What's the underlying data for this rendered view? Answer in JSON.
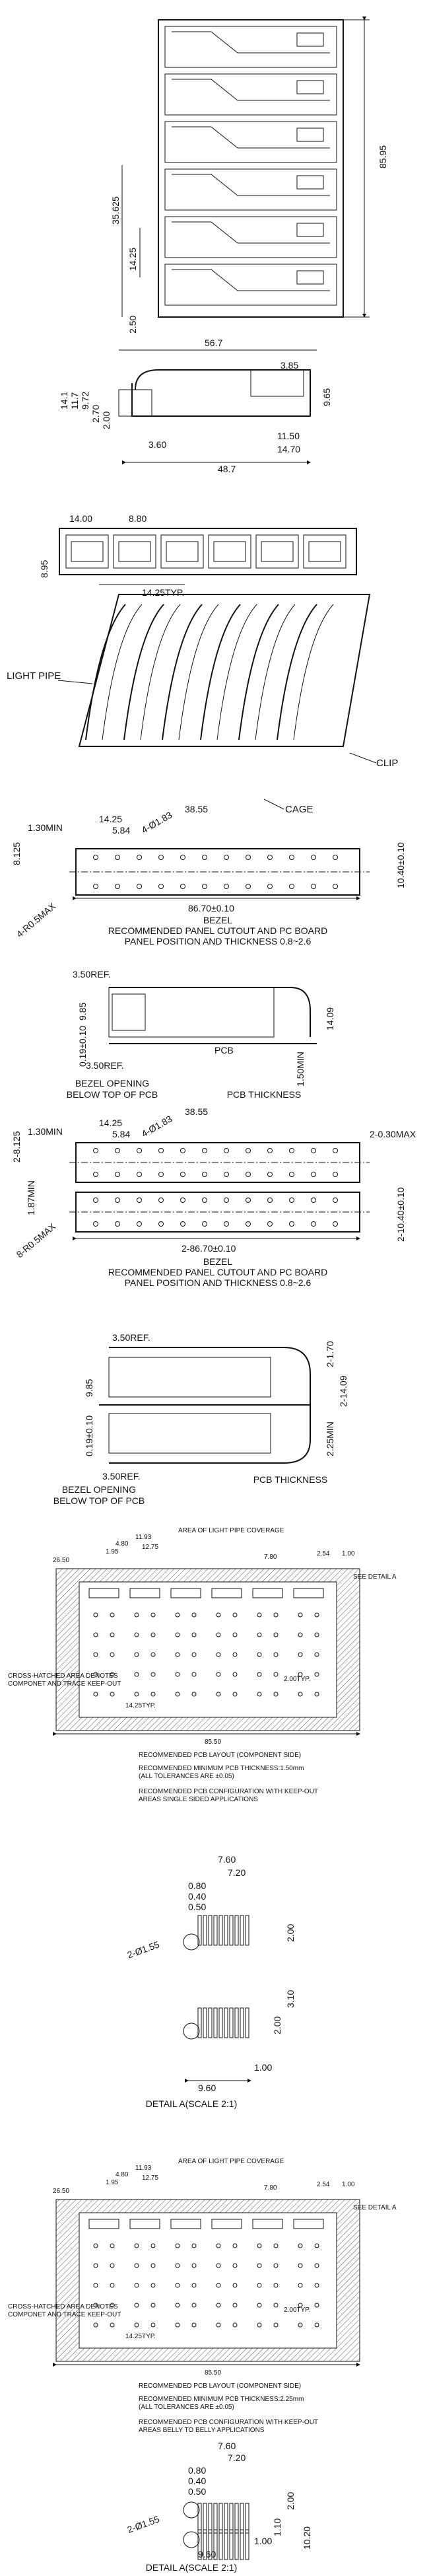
{
  "views": {
    "front": {
      "dims": [
        "85.95",
        "35.625",
        "14.25",
        "2.50"
      ]
    },
    "side": {
      "dims": [
        "56.7",
        "3.85",
        "14.1",
        "11.7",
        "9.72",
        "9.65",
        "2.70",
        "3.60",
        "2.00",
        "11.50",
        "14.70",
        "48.7"
      ]
    },
    "top": {
      "dims": [
        "14.00",
        "8.95",
        "8.80",
        "14.25TYP."
      ]
    },
    "iso": {
      "labels": [
        "LIGHT PIPE",
        "CLIP",
        "CAGE"
      ]
    },
    "bezel1": {
      "dims": [
        "8.125",
        "1.30MIN",
        "14.25",
        "5.84",
        "4-Ø1.83",
        "38.55",
        "4-R0.5MAX",
        "86.70±0.10",
        "10.40±0.10"
      ],
      "caption": [
        "BEZEL",
        "RECOMMENDED PANEL CUTOUT AND PC BOARD",
        "PANEL POSITION AND THICKNESS 0.8~2.6"
      ]
    },
    "section1": {
      "dims": [
        "3.50REF.",
        "9.85",
        "0.19±0.10",
        "3.50REF.",
        "PCB",
        "14.09",
        "1.50MIN"
      ],
      "captions": [
        "BEZEL OPENING",
        "BELOW TOP OF PCB",
        "PCB THICKNESS"
      ]
    },
    "bezel2": {
      "dims": [
        "2-8.125",
        "1.30MIN",
        "14.25",
        "5.84",
        "38.55",
        "4-Ø1.83",
        "1.87MIN",
        "8-R0.5MAX",
        "2-0.30MAX",
        "2-86.70±0.10",
        "2-10.40±0.10"
      ],
      "caption": [
        "BEZEL",
        "RECOMMENDED PANEL CUTOUT AND PC BOARD",
        "PANEL POSITION AND THICKNESS 0.8~2.6"
      ]
    },
    "section2": {
      "dims": [
        "3.50REF.",
        "2-1.70",
        "2-14.09",
        "9.85",
        "0.19±0.10",
        "3.50REF.",
        "2.25MIN"
      ],
      "captions": [
        "BEZEL OPENING",
        "BELOW TOP OF PCB",
        "PCB THICKNESS"
      ]
    },
    "pcb1": {
      "dims": [
        "11.93",
        "12.75",
        "26.50",
        "4.80",
        "1.95",
        "7.80",
        "2.54",
        "1.00",
        "14.25TYP.",
        "2.00TYP.",
        "85.50"
      ],
      "labels": [
        "AREA OF LIGHT PIPE COVERAGE",
        "SEE DETAIL A",
        "CROSS-HATCHED AREA DENOTES",
        "COMPONET AND TRACE KEEP-OUT"
      ],
      "notes": [
        "RECOMMENDED PCB LAYOUT (COMPONENT SIDE)",
        "RECOMMENDED MINIMUM PCB THICKNESS:1.50mm",
        "(ALL TOLERANCES ARE ±0.05)",
        "RECOMMENDED PCB CONFIGURATION WITH KEEP-OUT",
        "AREAS SINGLE SIDED APPLICATIONS"
      ]
    },
    "detail1": {
      "dims": [
        "7.60",
        "7.20",
        "0.80",
        "0.40",
        "0.50",
        "2-Ø1.55",
        "2.00",
        "3.10",
        "2.00",
        "1.00",
        "9.60"
      ],
      "caption": "DETAIL A(SCALE 2:1)"
    },
    "pcb2": {
      "dims": [
        "11.93",
        "12.75",
        "26.50",
        "4.80",
        "1.95",
        "7.80",
        "2.54",
        "1.00",
        "14.25TYP.",
        "2.00TYP.",
        "85.50"
      ],
      "labels": [
        "AREA OF LIGHT PIPE COVERAGE",
        "SEE DETAIL A",
        "CROSS-HATCHED AREA DENOTES",
        "COMPONET AND TRACE KEEP-OUT"
      ],
      "notes": [
        "RECOMMENDED PCB LAYOUT (COMPONENT SIDE)",
        "RECOMMENDED MINIMUM PCB THICKNESS:2.25mm",
        "(ALL TOLERANCES ARE ±0.05)",
        "RECOMMENDED PCB CONFIGURATION WITH KEEP-OUT",
        "AREAS BELLY TO BELLY APPLICATIONS"
      ]
    },
    "detail2": {
      "dims": [
        "7.60",
        "7.20",
        "0.80",
        "0.40",
        "0.50",
        "2-Ø1.55",
        "1.10",
        "2.00",
        "10.20",
        "1.00",
        "9.60"
      ],
      "caption": "DETAIL A(SCALE 2:1)"
    }
  }
}
